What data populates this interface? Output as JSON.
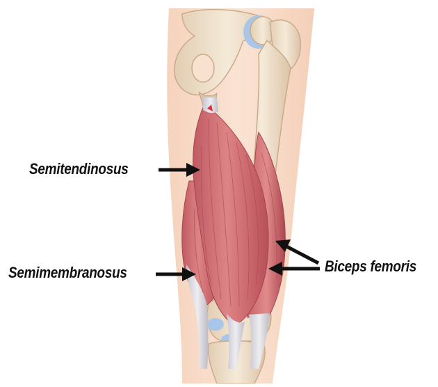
{
  "labels": {
    "semitendinosus": "Semitendinosus",
    "semimembranosus": "Semimembranosus",
    "biceps_femoris": "Biceps femoris"
  },
  "colors": {
    "skin": "#f8dcc8",
    "bone": "#ead9c2",
    "muscle": "#cf6f72",
    "muscle_dark": "#b4515a",
    "tendon": "#d8d6dc",
    "cartilage": "#a9c6e8",
    "arrow": "#111111"
  }
}
